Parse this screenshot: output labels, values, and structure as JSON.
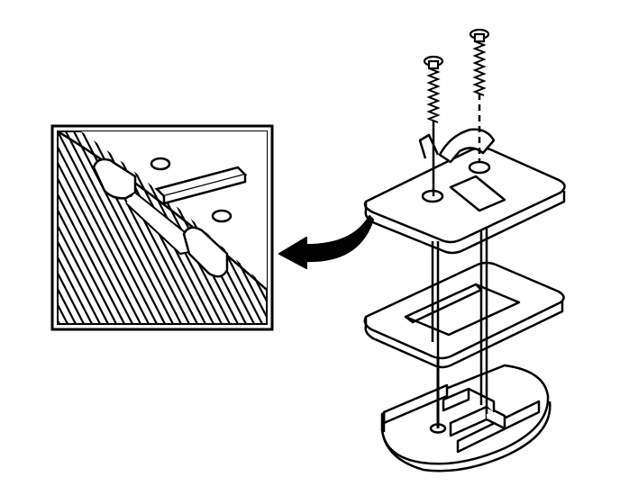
{
  "figure": {
    "type": "exploded-assembly-illustration",
    "colors": {
      "ink": "#000000",
      "paper": "#ffffff"
    },
    "parts": [
      "screw",
      "screw",
      "top-plate",
      "seal-gasket",
      "base-bracket"
    ],
    "icons": [
      "detail-callout-arrow-icon"
    ]
  }
}
